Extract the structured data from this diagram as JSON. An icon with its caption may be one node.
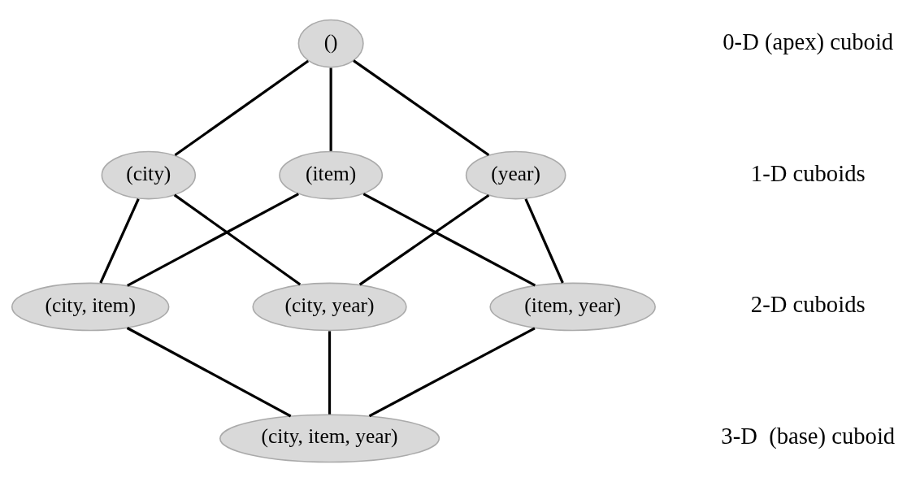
{
  "diagram": {
    "nodes": [
      {
        "text": [
          "()"
        ]
      },
      {
        "text": [
          "(city)"
        ]
      },
      {
        "text": [
          "(item)"
        ]
      },
      {
        "text": [
          "(year)"
        ]
      },
      {
        "text": [
          "(city, item)"
        ]
      },
      {
        "text": [
          "(city, year)"
        ]
      },
      {
        "text": [
          "(item, year)"
        ]
      },
      {
        "text": [
          "(city, item, year)"
        ]
      }
    ],
    "edges": [
      {
        "from": 0,
        "to": 1,
        "arrow": "none"
      },
      {
        "from": 0,
        "to": 2,
        "arrow": "none"
      },
      {
        "from": 0,
        "to": 3,
        "arrow": "none"
      },
      {
        "from": 1,
        "to": 4,
        "arrow": "none"
      },
      {
        "from": 1,
        "to": 5,
        "arrow": "none"
      },
      {
        "from": 2,
        "to": 4,
        "arrow": "none"
      },
      {
        "from": 2,
        "to": 6,
        "arrow": "none"
      },
      {
        "from": 3,
        "to": 5,
        "arrow": "none"
      },
      {
        "from": 3,
        "to": 6,
        "arrow": "none"
      },
      {
        "from": 4,
        "to": 7,
        "arrow": "none"
      },
      {
        "from": 5,
        "to": 7,
        "arrow": "none"
      },
      {
        "from": 6,
        "to": 7,
        "arrow": "none"
      }
    ],
    "labels": [
      "0-D (apex) cuboid",
      "1-D cuboids",
      "2-D cuboids",
      "3-D  (base) cuboid"
    ]
  }
}
